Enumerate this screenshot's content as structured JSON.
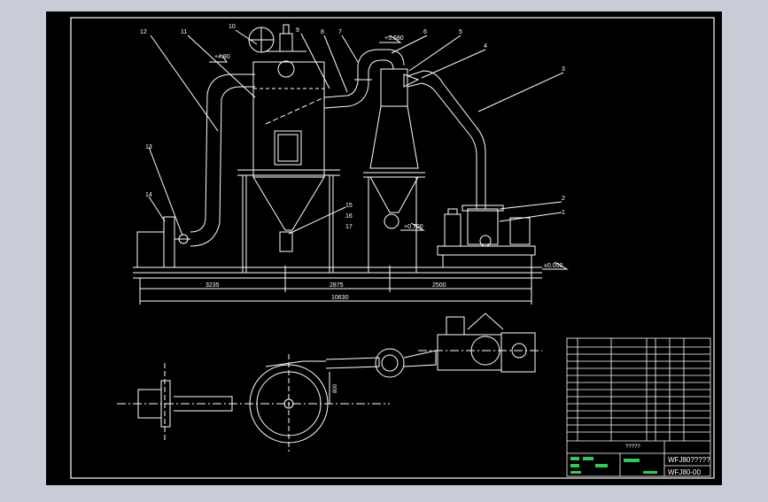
{
  "colors": {
    "background": "#c8ccd6",
    "sheet": "#000000",
    "lines": "#ffffff",
    "accent": "#34c85a"
  },
  "callouts": [
    "12",
    "11",
    "10",
    "9",
    "8",
    "7",
    "6",
    "5",
    "4",
    "3",
    "2",
    "1",
    "13",
    "14",
    "15",
    "16",
    "17"
  ],
  "elevations": [
    "+4.80",
    "+5.680",
    "+0.700",
    "±0.000"
  ],
  "dimensions": {
    "left": "3235",
    "middle": "2875",
    "right": "2500",
    "total": "10630",
    "plan_spacing": "800"
  },
  "title_block": {
    "label": "?????",
    "drawing_name": "WFJ80?????",
    "drawing_number": "WFJ80-00"
  }
}
